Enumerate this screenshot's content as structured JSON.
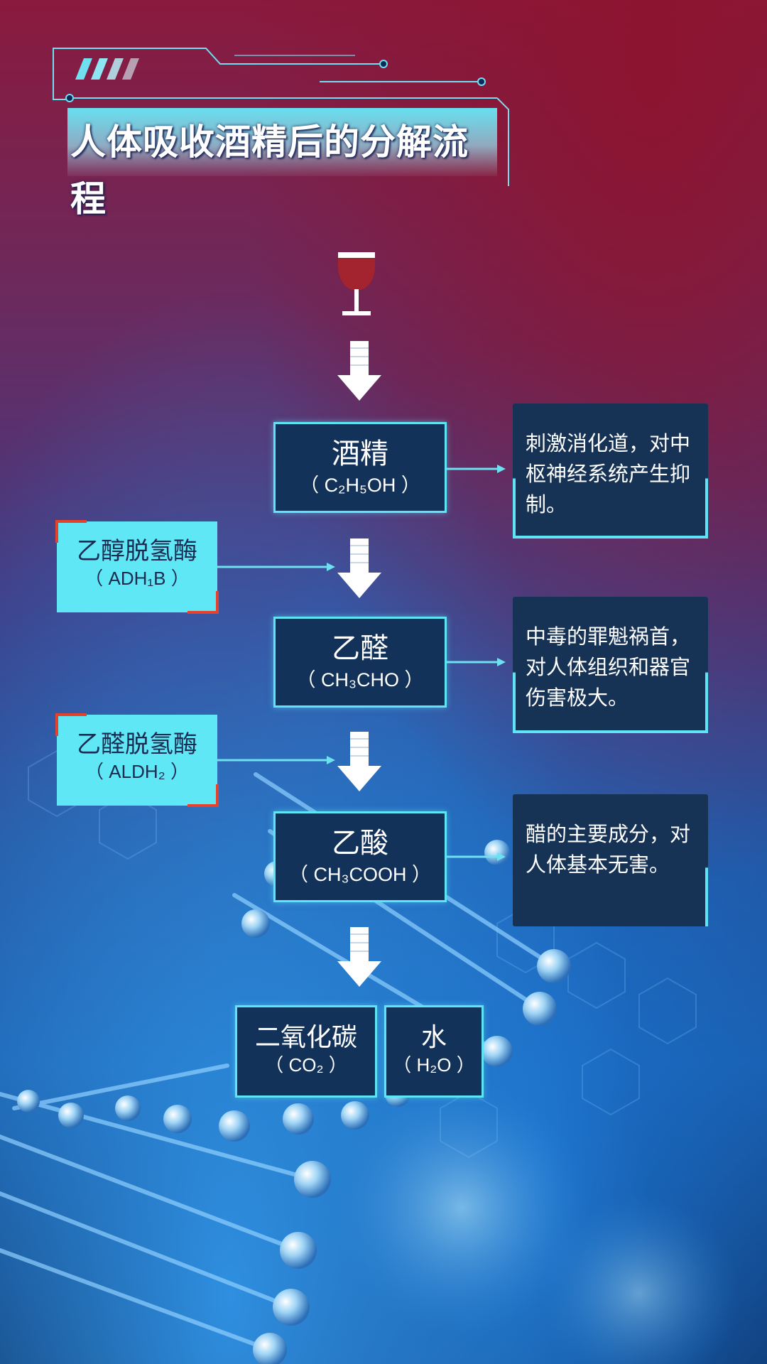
{
  "title": "人体吸收酒精后的分解流程",
  "steps": [
    {
      "name": "酒精",
      "formula": "（ C₂H₅OH ）",
      "note": "刺激消化道，对中枢神经系统产生抑制。"
    },
    {
      "name": "乙醛",
      "formula": "（ CH₃CHO ）",
      "note": "中毒的罪魁祸首，对人体组织和器官伤害极大。"
    },
    {
      "name": "乙酸",
      "formula": "（ CH₃COOH ）",
      "note": "醋的主要成分，对人体基本无害。"
    }
  ],
  "enzymes": [
    {
      "name": "乙醇脱氢酶",
      "formula": "（ ADH₁B ）"
    },
    {
      "name": "乙醛脱氢酶",
      "formula": "（ ALDH₂ ）"
    }
  ],
  "products": [
    {
      "name": "二氧化碳",
      "formula": "（ CO₂ ）"
    },
    {
      "name": "水",
      "formula": "（ H₂O ）"
    }
  ],
  "icons": {
    "glass": "wine-glass-icon",
    "arrow": "down-arrow-icon"
  },
  "colors": {
    "accent": "#5ee4f5",
    "box": "#133259",
    "enzyme": "#5fe7f6",
    "corner": "#e5422d",
    "wine": "#a3232e"
  }
}
